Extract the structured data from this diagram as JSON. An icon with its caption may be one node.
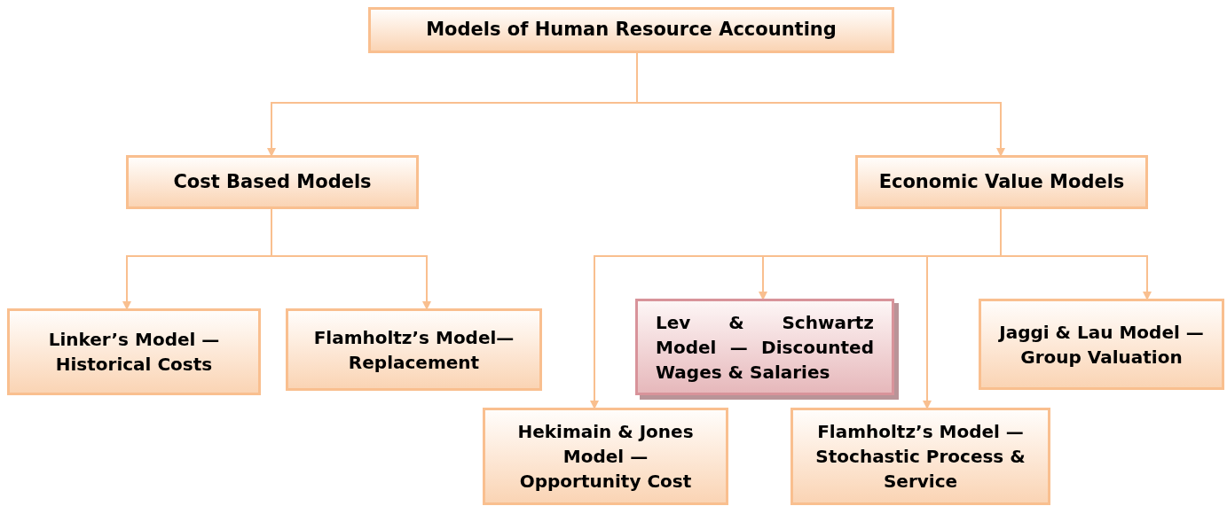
{
  "diagram": {
    "nodes": [
      {
        "text": [
          "Models of Human Resource Accounting"
        ]
      },
      {
        "text": [
          "Cost Based Models"
        ]
      },
      {
        "text": [
          "Economic Value Models"
        ]
      },
      {
        "text": [
          "Linker’s Model — Historical Costs"
        ]
      },
      {
        "text": [
          "Flamholtz’s Model— Replacement"
        ]
      },
      {
        "text": [
          "Lev & Schwartz Model — Discounted Wages & Salaries"
        ]
      },
      {
        "text": [
          "Jaggi & Lau Model — Group Valuation"
        ]
      },
      {
        "text": [
          "Hekimain & Jones Model — Opportunity Cost"
        ]
      },
      {
        "text": [
          "Flamholtz’s Model — Stochastic Process & Service"
        ]
      }
    ],
    "edges": [
      {
        "from": 0,
        "to": 1,
        "arrow": "to"
      },
      {
        "from": 0,
        "to": 2,
        "arrow": "to"
      },
      {
        "from": 1,
        "to": 3,
        "arrow": "to"
      },
      {
        "from": 1,
        "to": 4,
        "arrow": "to"
      },
      {
        "from": 2,
        "to": 7,
        "arrow": "to"
      },
      {
        "from": 2,
        "to": 5,
        "arrow": "to"
      },
      {
        "from": 2,
        "to": 8,
        "arrow": "to"
      },
      {
        "from": 2,
        "to": 6,
        "arrow": "to"
      }
    ]
  }
}
